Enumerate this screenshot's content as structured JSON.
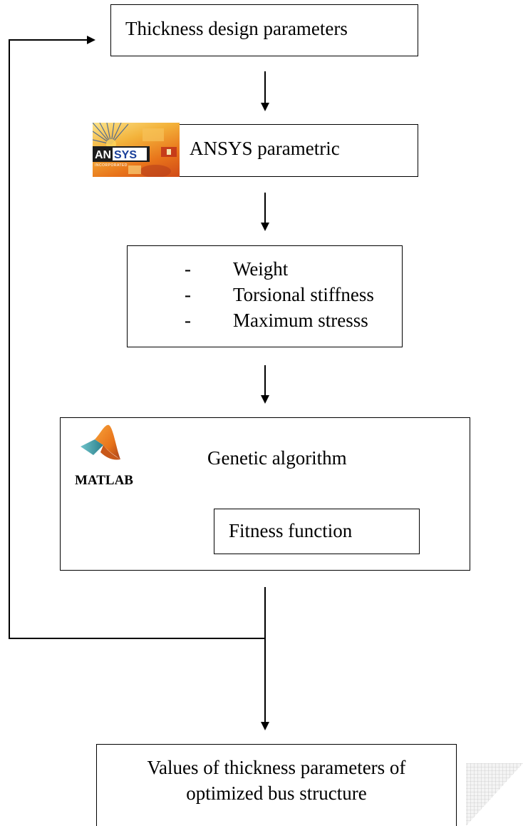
{
  "flowchart": {
    "step_thickness": {
      "label": "Thickness design parameters"
    },
    "step_ansys": {
      "label": "ANSYS parametric",
      "logo_text": "ANSYS",
      "logo_subtext": "INCORPORATED"
    },
    "step_outputs": {
      "items": [
        {
          "dash": "-",
          "label": "Weight"
        },
        {
          "dash": "-",
          "label": "Torsional stiffness"
        },
        {
          "dash": "-",
          "label": "Maximum stresss"
        }
      ]
    },
    "step_ga": {
      "label": "Genetic algorithm",
      "logo_label": "MATLAB",
      "inner_label": "Fitness function"
    },
    "step_result": {
      "line1": "Values of thickness parameters of",
      "line2": "optimized bus structure"
    }
  },
  "colors": {
    "line": "#000000",
    "ansys_orange": "#e89a1c",
    "ansys_red": "#c0321a",
    "ansys_blue": "#1a5fb4",
    "matlab_orange": "#e8731a",
    "matlab_teal": "#3aa6b0"
  }
}
